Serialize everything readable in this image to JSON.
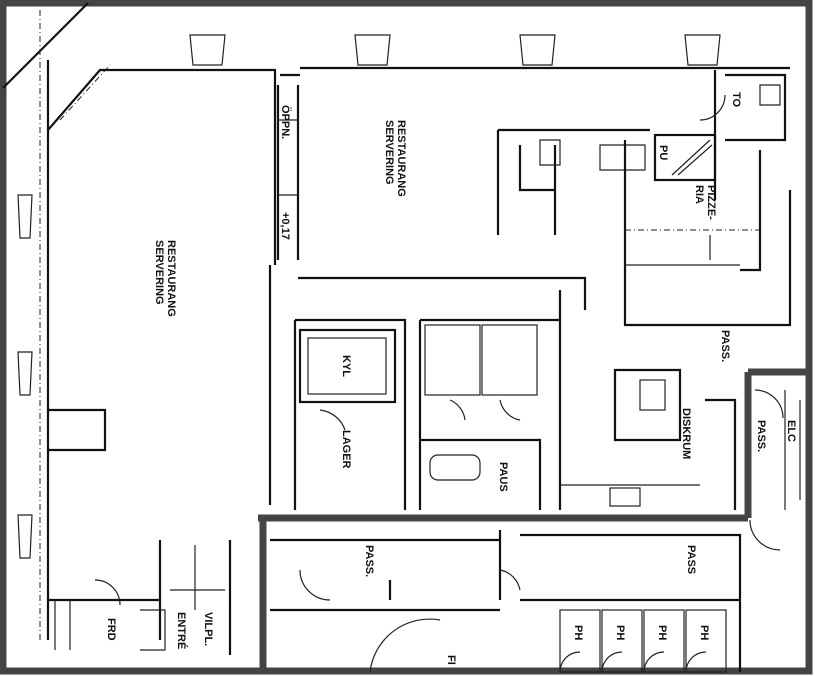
{
  "labels": {
    "restaurant_left_1": "RESTAURANG",
    "restaurant_left_2": "SERVERING",
    "restaurant_right_1": "RESTAURANG",
    "restaurant_right_2": "SERVERING",
    "oppn": "ÖPPN.",
    "level": "+0,17",
    "to": "TO",
    "pu": "PU",
    "pizzeria_1": "PIZZE-",
    "pizzeria_2": "RIA",
    "kyl": "KYL",
    "lager": "LAGER",
    "paus": "PAUS",
    "diskrum": "DISKRUM",
    "pass_top": "PASS.",
    "pass_right": "PASS.",
    "elc": "ELC",
    "pass_mid": "PASS.",
    "pass_bottom": "PASS",
    "frd": "FRD",
    "entre": "ENTRÉ",
    "vilpl": "VILPL.",
    "ph": [
      "PH",
      "PH",
      "PH",
      "PH"
    ],
    "fi": "FI"
  }
}
